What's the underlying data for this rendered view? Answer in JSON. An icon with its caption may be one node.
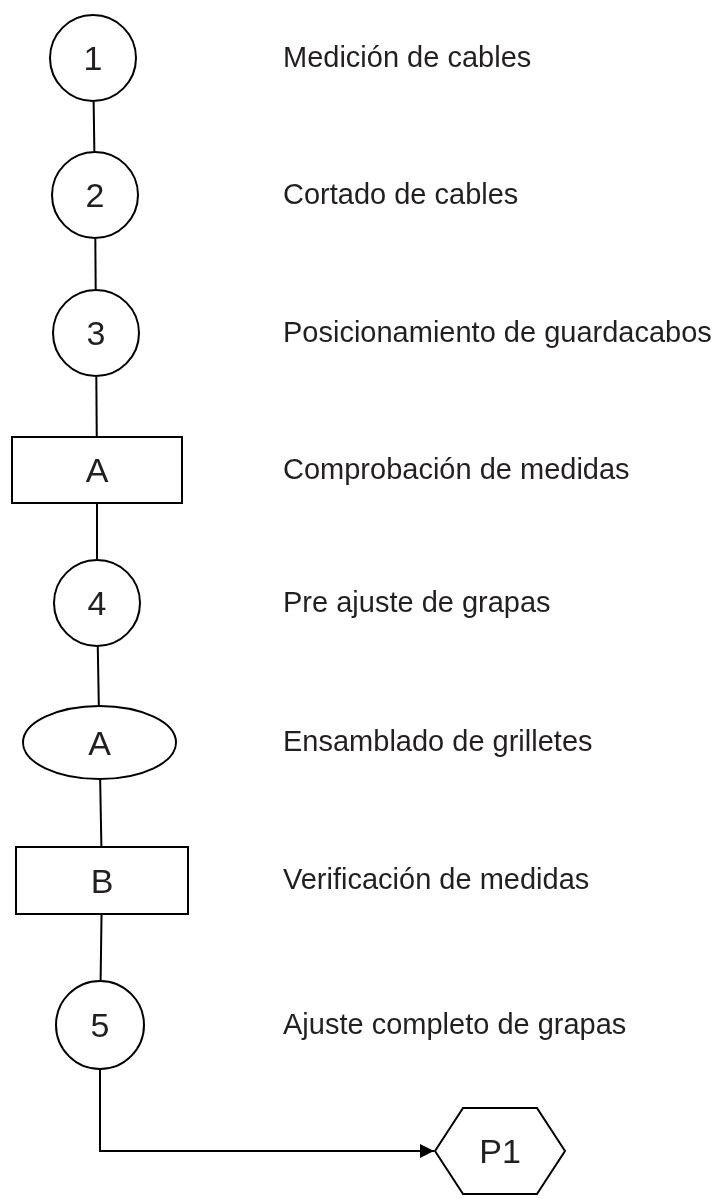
{
  "diagram": {
    "nodes": [
      {
        "text": [
          "1"
        ]
      },
      {
        "text": [
          "2"
        ]
      },
      {
        "text": [
          "3"
        ]
      },
      {
        "text": [
          "A"
        ]
      },
      {
        "text": [
          "4"
        ]
      },
      {
        "text": [
          "A"
        ]
      },
      {
        "text": [
          "B"
        ]
      },
      {
        "text": [
          "5"
        ]
      },
      {
        "text": [
          "P1"
        ]
      }
    ],
    "edges": [
      {
        "from": 0,
        "to": 1,
        "arrow": "none"
      },
      {
        "from": 1,
        "to": 2,
        "arrow": "none"
      },
      {
        "from": 2,
        "to": 3,
        "arrow": "none"
      },
      {
        "from": 3,
        "to": 4,
        "arrow": "none"
      },
      {
        "from": 4,
        "to": 5,
        "arrow": "none"
      },
      {
        "from": 5,
        "to": 6,
        "arrow": "none"
      },
      {
        "from": 6,
        "to": 7,
        "arrow": "none"
      },
      {
        "from": 7,
        "to": 8,
        "arrow": "to"
      }
    ],
    "labels": [
      "Medición de cables",
      "Cortado de cables",
      "Posicionamiento de guardacabos",
      "Comprobación de medidas",
      "Pre ajuste de grapas",
      "Ensamblado de grilletes",
      "Verificación de medidas",
      "Ajuste completo de grapas"
    ]
  }
}
